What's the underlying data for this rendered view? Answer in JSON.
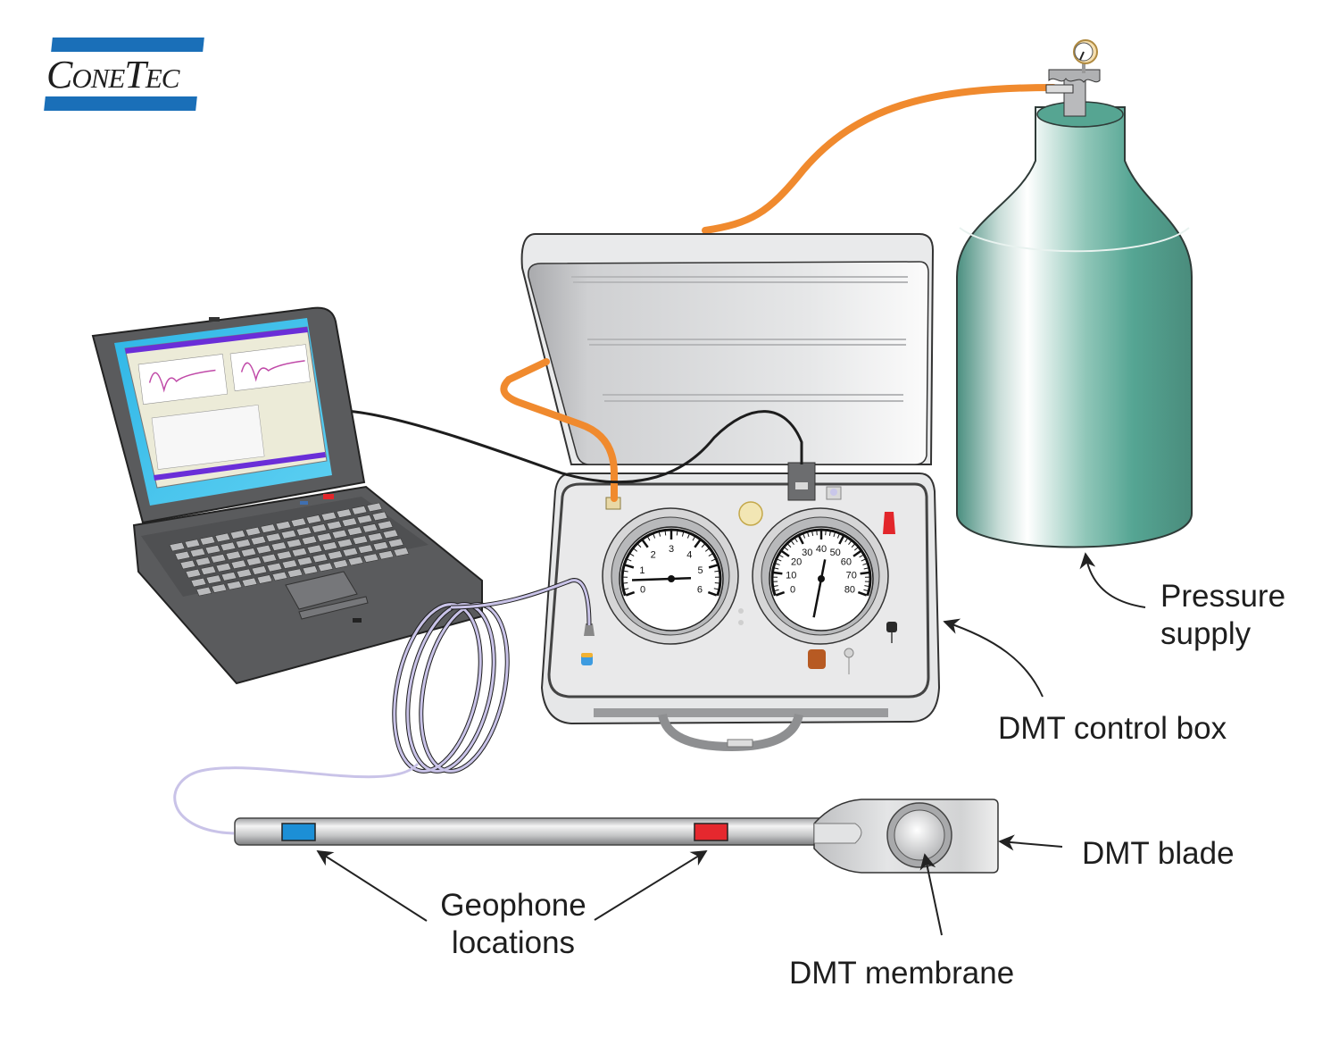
{
  "logo": {
    "text": "ConeTec",
    "brand_color": "#1a6fb8"
  },
  "labels": {
    "pressure_supply_line1": "Pressure",
    "pressure_supply_line2": "supply",
    "control_box": "DMT control box",
    "blade": "DMT blade",
    "membrane": "DMT membrane",
    "geophone_line1": "Geophone",
    "geophone_line2": "locations"
  },
  "gauge_left": {
    "ticks": [
      "0",
      "1",
      "2",
      "3",
      "4",
      "5",
      "6"
    ],
    "reading": 0.9
  },
  "gauge_right": {
    "ticks": [
      "0",
      "10",
      "20",
      "30",
      "40",
      "50",
      "60",
      "70",
      "80"
    ],
    "reading": 0.55
  },
  "colors": {
    "hose": "#f08a2e",
    "cylinder": "#4e9e8c",
    "cable": "#c9c3e8",
    "geophone_1": "#1c8fd6",
    "geophone_2": "#e5282e",
    "laptop_body": "#5a5b5d",
    "screen_frame": "#47c3ea"
  },
  "laptop_screen": {
    "window_title_color": "#6a2ed8",
    "panel_color": "#ecebd8"
  }
}
